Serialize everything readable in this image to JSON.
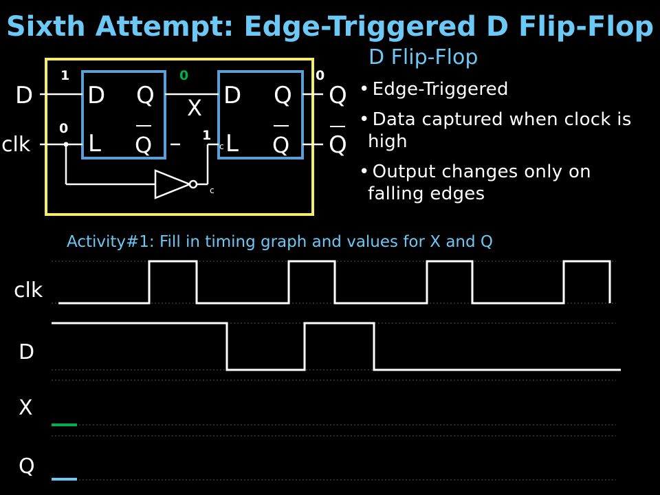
{
  "title": "Sixth Attempt: Edge-Triggered D Flip-Flop",
  "colors": {
    "accent": "#6cc8f4",
    "box_border": "#5a9fd8",
    "frame": "#f5ee6b",
    "signal_green": "#00b050",
    "signal_blue": "#6cc8f4"
  },
  "circuit": {
    "input_d": "D",
    "input_clk": "clk",
    "output_q": "Q",
    "output_qbar": "Q",
    "node_x": "X",
    "latch_left": {
      "d": "D",
      "q": "Q",
      "l": "L",
      "qbar": "Q"
    },
    "latch_right": {
      "d": "D",
      "q": "Q",
      "l": "L",
      "qbar": "Q"
    },
    "values": {
      "d_in": "1",
      "x_val": "0",
      "q_out": "0",
      "clk_left": "0",
      "clk_right": "1"
    },
    "c_labels": [
      "c",
      "c"
    ]
  },
  "side": {
    "heading": "D Flip-Flop",
    "bullets": [
      "Edge-Triggered",
      "Data captured when clock is high",
      "Output changes only on falling edges"
    ]
  },
  "activity": "Activity#1:  Fill in timing graph and values for X and Q",
  "timing": {
    "labels": {
      "clk": "clk",
      "d": "D",
      "x": "X",
      "q": "Q"
    }
  }
}
